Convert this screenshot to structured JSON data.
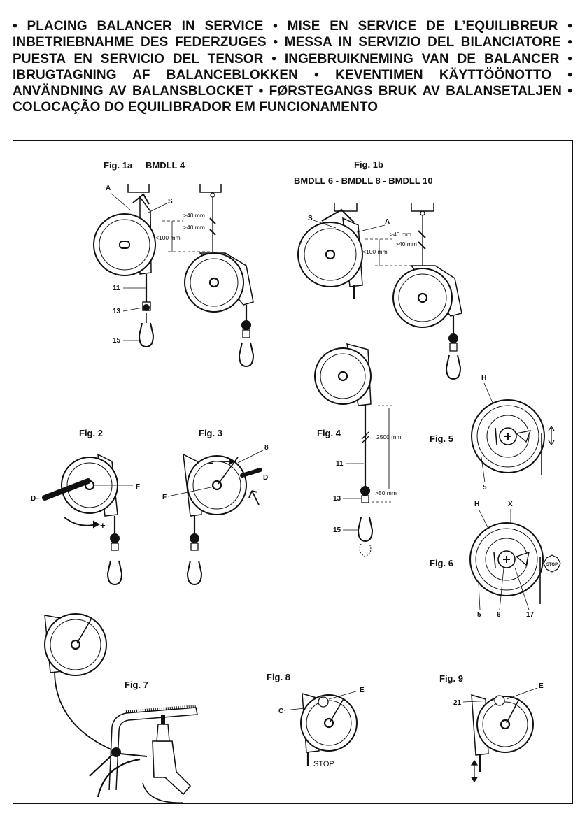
{
  "heading": {
    "lines": [
      "• PLACING BALANCER IN SERVICE • MISE EN SERVICE DE L’EQUILIBREUR •",
      "INBETRIEBNAHME DES FEDERZUGES • MESSA IN SERVIZIO DEL BILANCIATORE •",
      "PUESTA EN SERVICIO DEL TENSOR • INGEBRUIKNEMING VAN DE BALANCER •",
      "IBRUGTAGNING AF BALANCEBLOKKEN • KEVENTIMEN KÄYTTÖÖNOTTO •",
      "ANVÄNDNING AV BALANSBLOCKET • FØRSTEGANGS BRUK AV BALANSETALJEN •",
      "COLOCAÇÃO DO EQUILIBRADOR EM FUNCIONAMENTO"
    ]
  },
  "figures": {
    "fig1a": {
      "title": "Fig. 1a",
      "model": "BMDLL 4",
      "labels": [
        "A",
        "S",
        ">40 mm",
        ">40 mm",
        "<100 mm",
        "11",
        "13",
        "15"
      ]
    },
    "fig1b": {
      "title": "Fig. 1b",
      "models": "BMDLL 6 - BMDLL 8 - BMDLL 10",
      "labels": [
        "S",
        "A",
        ">40 mm",
        ">40 mm",
        "<100 mm"
      ]
    },
    "fig2": {
      "title": "Fig. 2",
      "labels": [
        "D",
        "F",
        "+"
      ]
    },
    "fig3": {
      "title": "Fig. 3",
      "labels": [
        "8",
        "D",
        "F",
        "–"
      ]
    },
    "fig4": {
      "title": "Fig. 4",
      "labels": [
        "2500 mm",
        "11",
        ">50 mm",
        "13",
        "15"
      ]
    },
    "fig5": {
      "title": "Fig. 5",
      "labels": [
        "H",
        "5"
      ]
    },
    "fig6": {
      "title": "Fig. 6",
      "labels": [
        "H",
        "X",
        "5",
        "6",
        "17",
        "STOP"
      ]
    },
    "fig7": {
      "title": "Fig. 7"
    },
    "fig8": {
      "title": "Fig. 8",
      "labels": [
        "C",
        "E",
        "STOP"
      ]
    },
    "fig9": {
      "title": "Fig. 9",
      "labels": [
        "21",
        "E"
      ]
    }
  }
}
